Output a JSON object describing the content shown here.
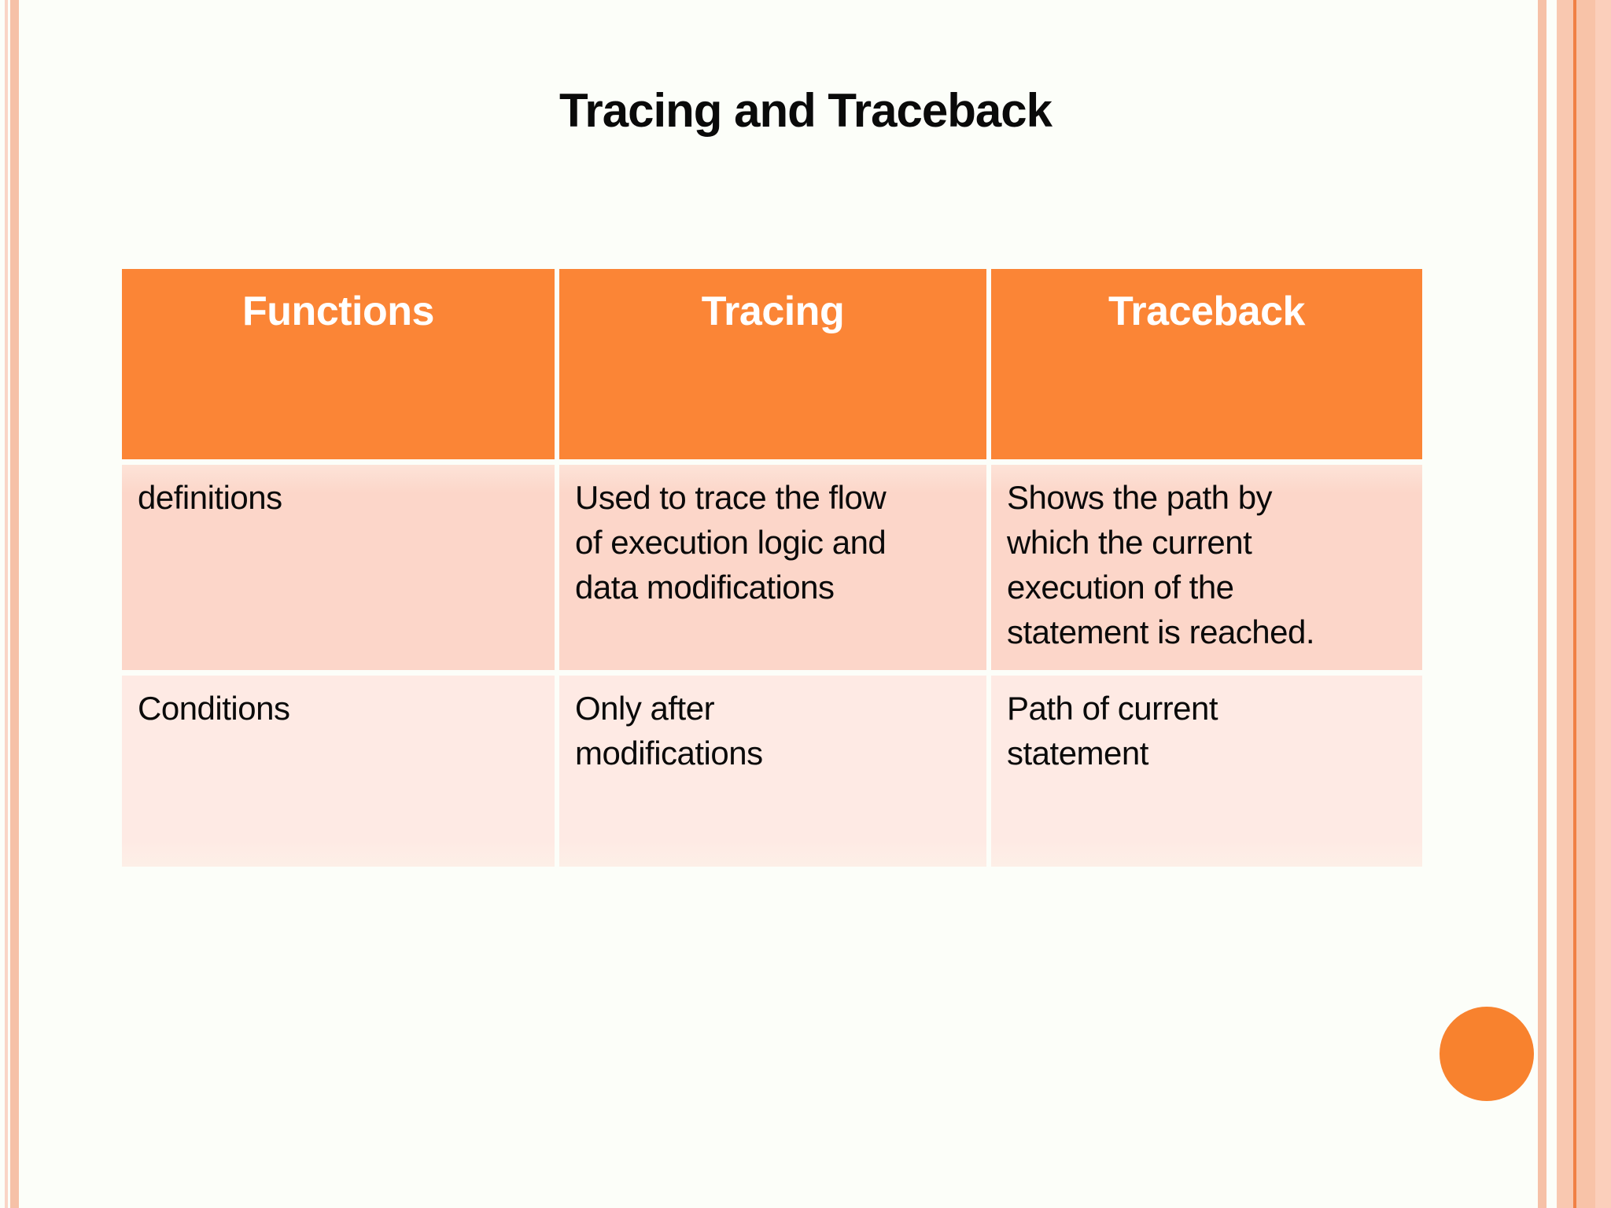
{
  "slide": {
    "title": "Tracing and Traceback"
  },
  "table": {
    "headers": [
      {
        "label": "Functions"
      },
      {
        "label": "Tracing"
      },
      {
        "label": "Traceback"
      }
    ],
    "rows": [
      {
        "cells": [
          "definitions",
          "Used to trace the flow\nof execution logic and\ndata modifications",
          "Shows the path by\nwhich the current\nexecution of the\nstatement is reached."
        ]
      },
      {
        "cells": [
          "Conditions",
          "Only after\nmodifications",
          "Path of current\nstatement"
        ]
      }
    ]
  },
  "colors": {
    "slide_bg": "#FCFEF9",
    "header_bg": "#FB8536",
    "header_text": "#FFFFFF",
    "body_text": "#0A0A0A",
    "row1_bg_top": "#FDE3D8",
    "row1_bg": "#FCD6C9",
    "row2_bg": "#FEEAE4",
    "row2_bg_bottom": "#FDEFE7",
    "circle": "#F8822E",
    "stripe_peach": "#F6C1A7",
    "stripe_peach_light": "#FAD5C6",
    "band_peach": "#F9C8B0",
    "band_line": "#F08045",
    "band_medium": "#F8C3A8",
    "band_light": "#FBCFBB"
  }
}
